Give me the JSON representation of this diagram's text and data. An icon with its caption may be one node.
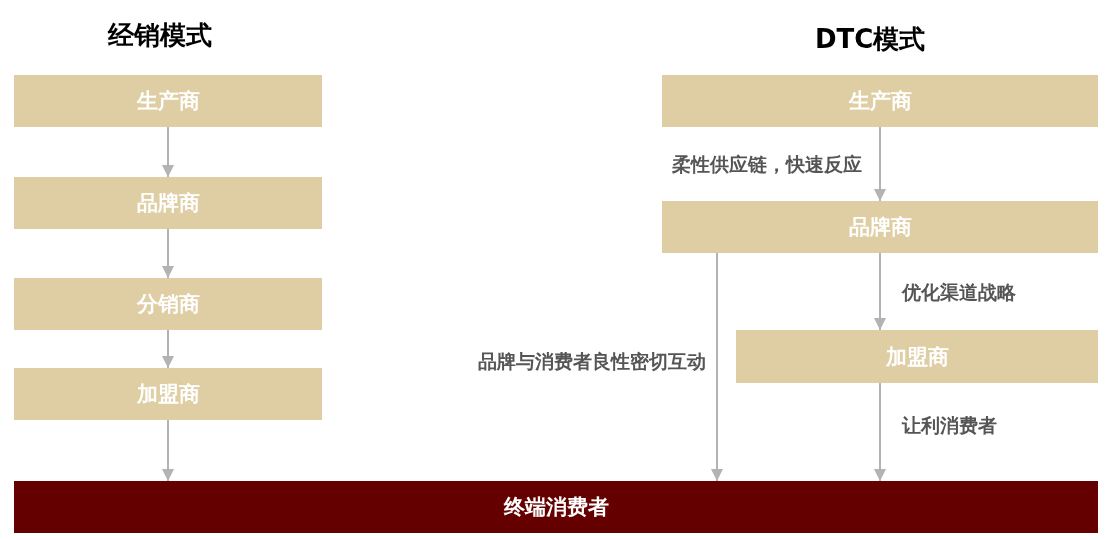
{
  "diagram": {
    "nodes": [
      {
        "text": [
          "生产商"
        ]
      },
      {
        "text": [
          "品牌商"
        ]
      },
      {
        "text": [
          "分销商"
        ]
      },
      {
        "text": [
          "加盟商"
        ]
      },
      {
        "text": [
          "生产商"
        ]
      },
      {
        "text": [
          "品牌商"
        ]
      },
      {
        "text": [
          "加盟商"
        ]
      },
      {
        "text": [
          "终端消费者"
        ]
      }
    ],
    "edges": [
      {
        "from": 0,
        "to": 1,
        "arrow": "to"
      },
      {
        "from": 1,
        "to": 2,
        "arrow": "to"
      },
      {
        "from": 2,
        "to": 3,
        "arrow": "to"
      },
      {
        "from": 3,
        "to": 7,
        "arrow": "to"
      },
      {
        "from": 4,
        "to": 5,
        "arrow": "to",
        "label": "柔性供应链，快速反应"
      },
      {
        "from": 5,
        "to": 6,
        "arrow": "to",
        "label": "优化渠道战略"
      },
      {
        "from": 6,
        "to": 7,
        "arrow": "to",
        "label": "让利消费者"
      },
      {
        "from": 5,
        "to": 7,
        "arrow": "to",
        "label": "品牌与消费者良性密切互动"
      }
    ],
    "labels": [
      "经销模式",
      "DTC模式"
    ]
  }
}
